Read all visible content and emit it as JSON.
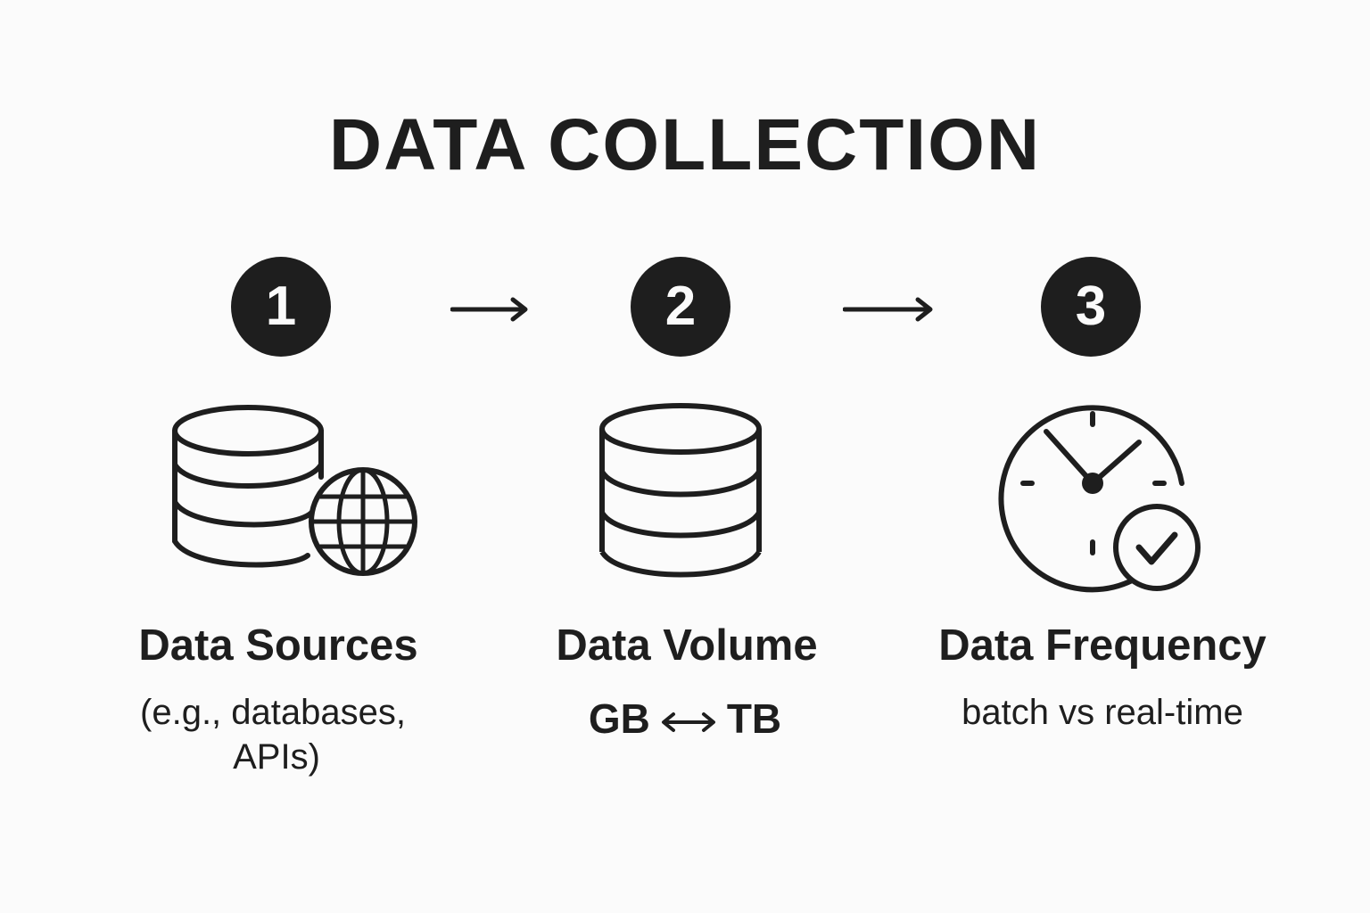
{
  "title": "DATA COLLECTION",
  "steps": [
    {
      "number": "1",
      "icon": "database-globe-icon",
      "label": "Data Sources",
      "sub_line1": "(e.g., databases,",
      "sub_line2": "APIs)"
    },
    {
      "number": "2",
      "icon": "database-icon",
      "label": "Data Volume",
      "range_from": "GB",
      "range_to": "TB"
    },
    {
      "number": "3",
      "icon": "clock-check-icon",
      "label": "Data Frequency",
      "sub_line1": "batch vs real-time"
    }
  ],
  "colors": {
    "foreground": "#1e1e1e",
    "background": "#fbfbfb"
  }
}
